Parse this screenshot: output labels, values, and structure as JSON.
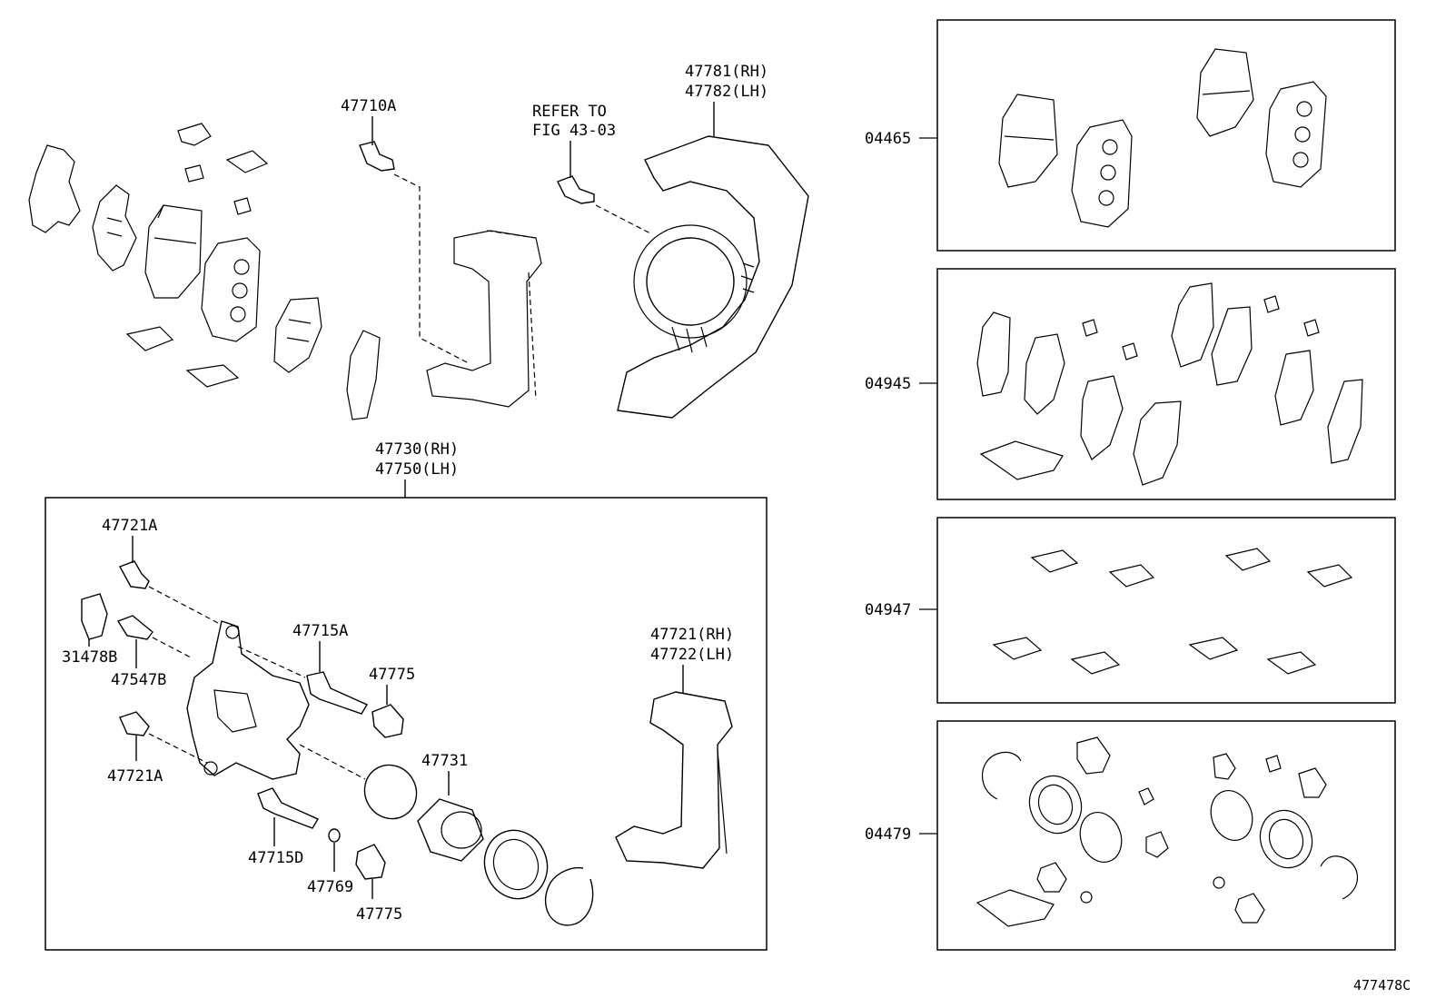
{
  "labels": {
    "bolt_47710A": "47710A",
    "refer_to": "REFER TO",
    "refer_fig": "FIG 43-03",
    "shield_rh": "47781(RH)",
    "shield_lh": "47782(LH)",
    "caliper_assy_rh": "47730(RH)",
    "caliper_assy_lh": "47750(LH)",
    "bleeder_top": "47721A",
    "boot_31478B": "31478B",
    "pin_47547B": "47547B",
    "bleeder_bottom": "47721A",
    "pin_47715A": "47715A",
    "boot_47775_top": "47775",
    "piston_47731": "47731",
    "pin_47715D": "47715D",
    "cap_47769": "47769",
    "boot_47775_bottom": "47775",
    "mount_rh": "47721(RH)",
    "mount_lh": "47722(LH)"
  },
  "kits": [
    {
      "code": "04465"
    },
    {
      "code": "04945"
    },
    {
      "code": "04947"
    },
    {
      "code": "04479"
    }
  ],
  "figure_id": "477478C"
}
